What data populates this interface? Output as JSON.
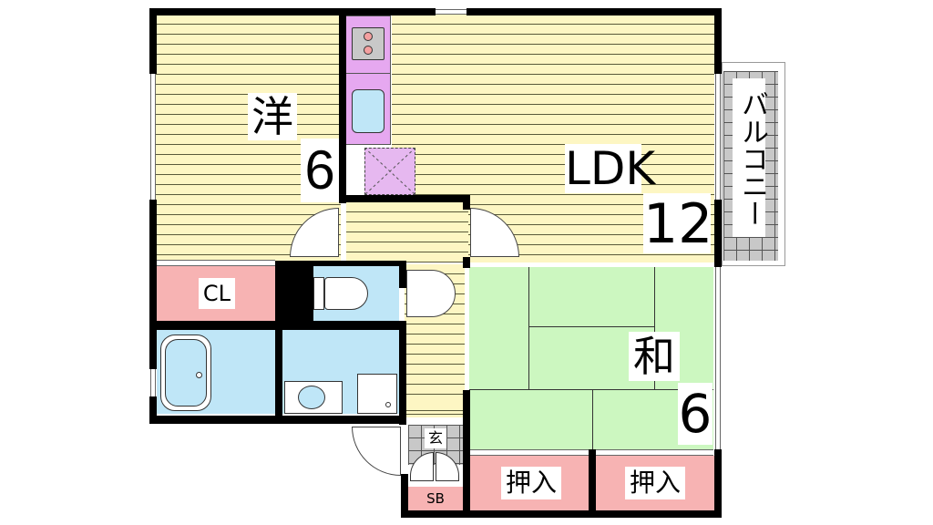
{
  "floor_plan": {
    "rooms": {
      "western": {
        "type_label": "洋",
        "size": "6"
      },
      "ldk": {
        "type_label": "LDK",
        "size": "12"
      },
      "japanese": {
        "type_label": "和",
        "size": "6"
      },
      "closet": {
        "label": "CL"
      },
      "oshiire_1": {
        "label": "押入"
      },
      "oshiire_2": {
        "label": "押入"
      },
      "entrance": {
        "label": "玄"
      },
      "shoe_box": {
        "label": "SB"
      },
      "balcony": {
        "label": "バルコニー"
      }
    },
    "colors": {
      "wood_floor": "#fdf6c3",
      "tatami": "#ccf7c0",
      "closet": "#f7b3b3",
      "wet_area": "#bfe6f7",
      "kitchen": "#e6a8f0",
      "wall": "#000000"
    }
  }
}
